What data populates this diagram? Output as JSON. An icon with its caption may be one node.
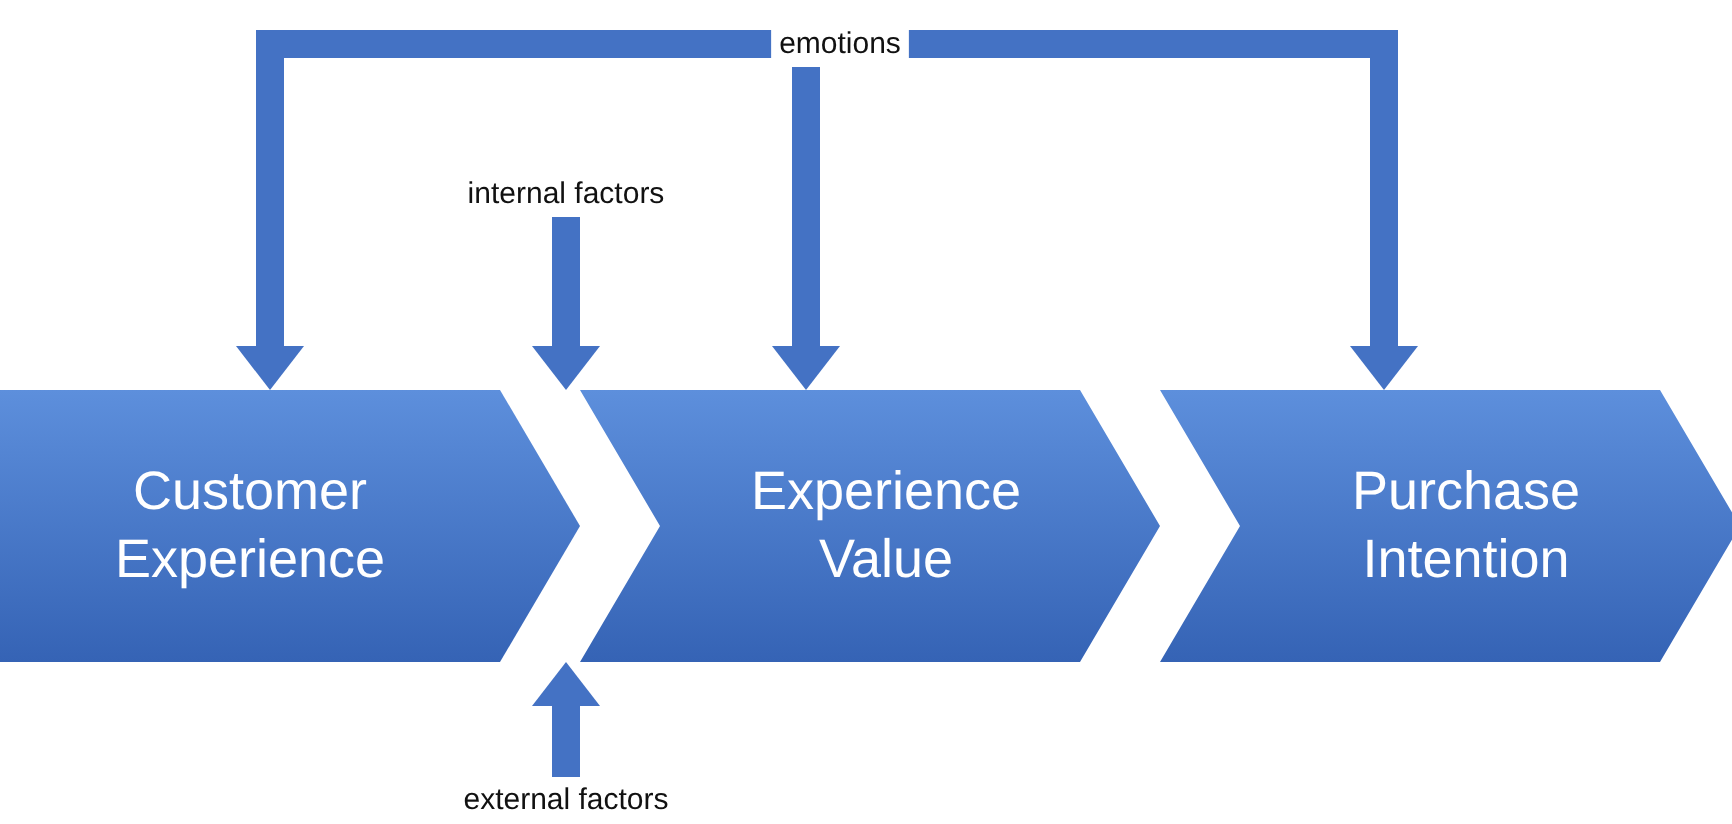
{
  "diagram": {
    "nodes": [
      {
        "text": [
          "emotions"
        ]
      },
      {
        "text": [
          "internal factors"
        ]
      },
      {
        "text": [
          "external factors"
        ]
      },
      {
        "text": [
          "Customer Experience"
        ]
      },
      {
        "text": [
          "Experience Value"
        ]
      },
      {
        "text": [
          "Purchase Intention"
        ]
      }
    ],
    "edges": [
      {
        "from": 0,
        "to": 3,
        "arrow": "to"
      },
      {
        "from": 0,
        "to": 5,
        "arrow": "to"
      },
      {
        "from": 0,
        "to": 4,
        "arrow": "to"
      },
      {
        "from": 1,
        "to": 3,
        "arrow": "to"
      },
      {
        "from": 2,
        "to": 3,
        "arrow": "to"
      }
    ]
  }
}
